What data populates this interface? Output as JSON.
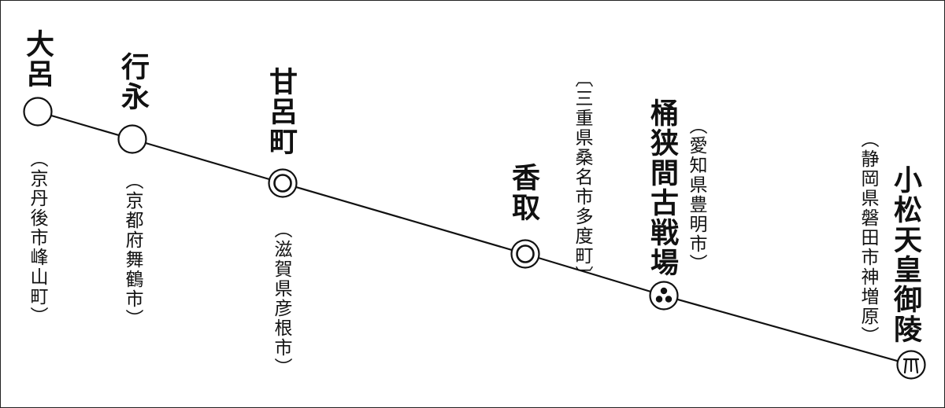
{
  "diagram": {
    "colors": {
      "line": "#111111",
      "background": "#ffffff"
    },
    "stations": [
      {
        "id": "oro",
        "name": "大呂",
        "location": "（京丹後市峰山町）",
        "marker": "circle"
      },
      {
        "id": "gyoei",
        "name": "行永",
        "location": "（京都府舞鶴市）",
        "marker": "circle"
      },
      {
        "id": "amaro",
        "name": "甘呂町",
        "location": "（滋賀県彦根市）",
        "marker": "double-circle"
      },
      {
        "id": "katori",
        "name": "香取",
        "location": "〔三重県桑名市多度町〕",
        "marker": "double-circle"
      },
      {
        "id": "okehazama",
        "name": "桶狭間古戦場",
        "location": "（愛知県豊明市）",
        "marker": "three-dots"
      },
      {
        "id": "komatsu",
        "name": "小松天皇御陵",
        "location": "（静岡県磐田市神増原）",
        "marker": "shrine-symbol"
      }
    ]
  }
}
